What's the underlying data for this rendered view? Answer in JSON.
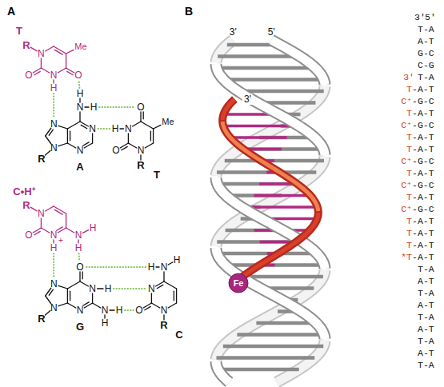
{
  "diagram": {
    "nodes": [
      {
        "text": [
          "Fe"
        ]
      }
    ],
    "labels": [
      "A",
      "T",
      "R",
      "N",
      "Me",
      "O",
      "N",
      "H",
      "O",
      "H",
      "N",
      "H",
      "N",
      "N",
      "N",
      "N",
      "R",
      "A",
      "O",
      "Me",
      "H",
      "N",
      "O",
      "N",
      "R",
      "T",
      "C•H⁺",
      "R",
      "N",
      "O",
      "N",
      "+",
      "H",
      "N",
      "H",
      "H",
      "O",
      "N",
      "N",
      "H",
      "N",
      "N",
      "N",
      "H",
      "H",
      "R",
      "G",
      "H",
      "N",
      "H",
      "N",
      "O",
      "N",
      "R",
      "C",
      "B",
      "3'",
      "5'",
      "3'",
      "3'",
      "5'",
      "T-A",
      "A-T",
      "G-C",
      "C-G",
      "3'",
      "T-A",
      "T",
      "-A-T",
      "C⁺",
      "-G-C",
      "T",
      "-A-T",
      "C⁺",
      "-G-C",
      "T",
      "-A-T",
      "T",
      "-A-T",
      "C⁺",
      "-G-C",
      "T",
      "-A-T",
      "C⁺",
      "-G-C",
      "T",
      "-A-T",
      "C⁺",
      "-G-C",
      "T",
      "-A-T",
      "T",
      "-A-T",
      "T",
      "-A-T",
      "*T",
      "-A-T",
      "T-A",
      "A-T",
      "T-A",
      "A-T",
      "T-A",
      "A-T",
      "T-A",
      "A-T",
      "T-A"
    ]
  }
}
